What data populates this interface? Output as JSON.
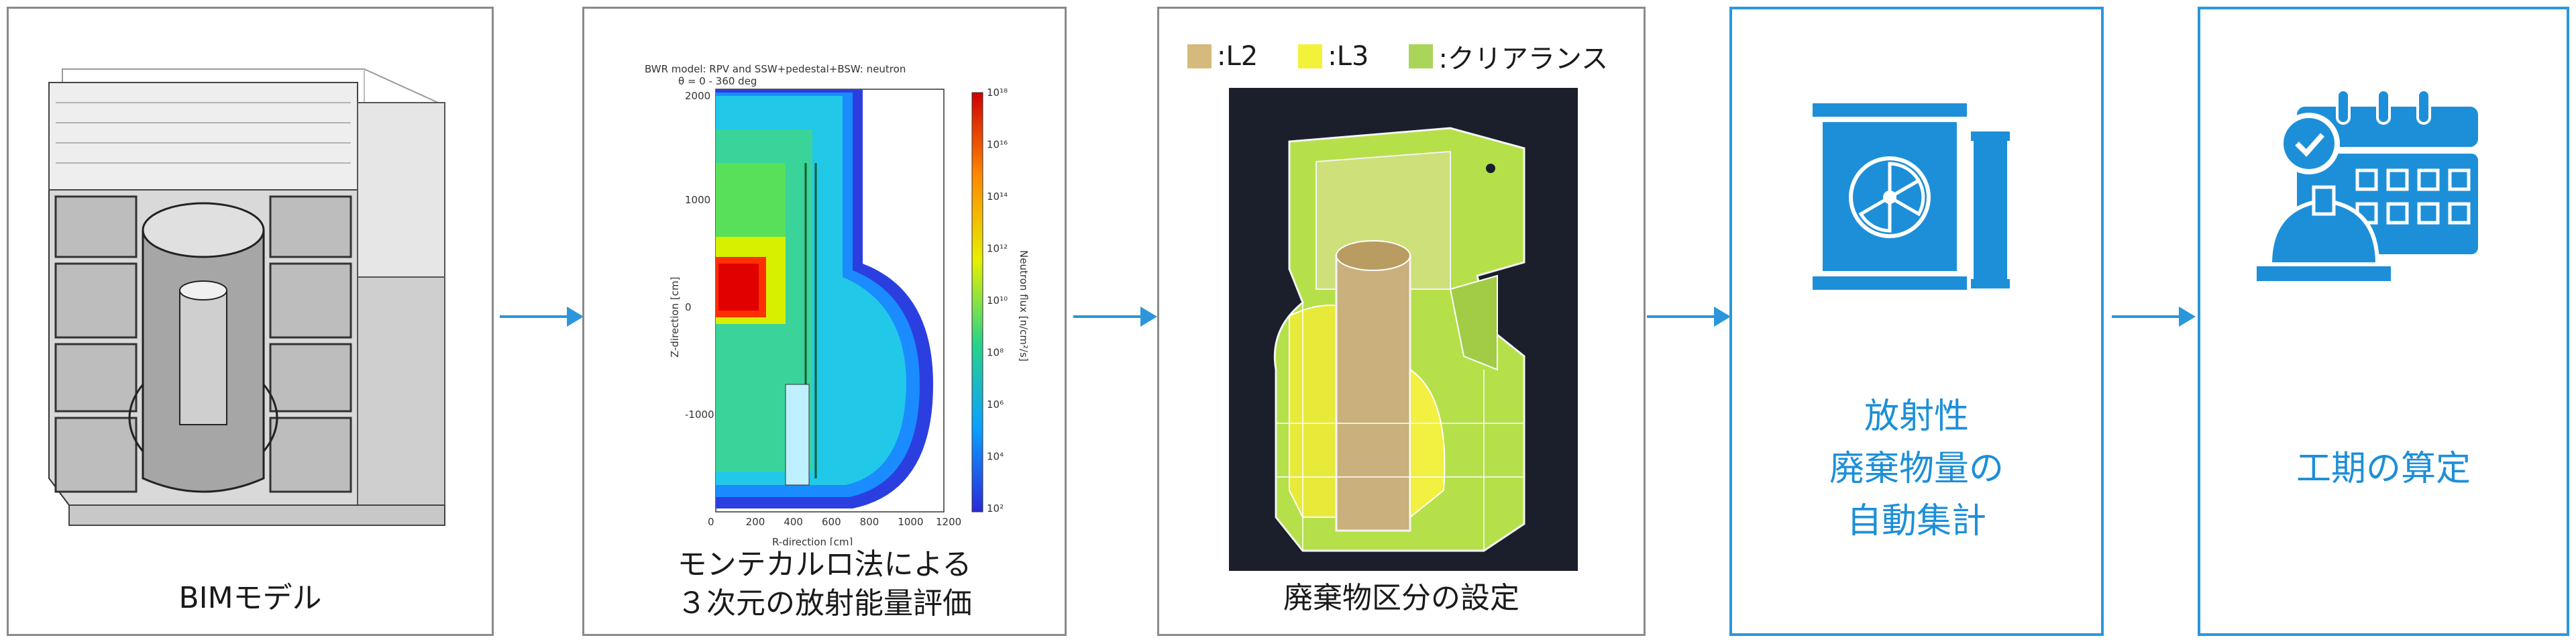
{
  "panels": {
    "bim": {
      "caption": "BIMモデル"
    },
    "montecarlo": {
      "caption_line1": "モンテカルロ法による",
      "caption_line2": "３次元の放射能量評価",
      "plot_title": "BWR model: RPV and SSW+pedestal+BSW: neutron",
      "plot_subtitle": "θ = 0 - 360 deg",
      "xlabel": "R-direction [cm]",
      "ylabel": "Z-direction [cm]",
      "colorbar_label": "Neutron flux [n/cm²/s]",
      "x_ticks": [
        "0",
        "200",
        "400",
        "600",
        "800",
        "1000",
        "1200"
      ],
      "y_ticks": [
        "2000",
        "1000",
        "0",
        "-1000"
      ],
      "cb_ticks": [
        "10¹⁸",
        "10¹⁶",
        "10¹⁴",
        "10¹²",
        "10¹⁰",
        "10⁸",
        "10⁶",
        "10⁴",
        "10²"
      ]
    },
    "classification": {
      "caption": "廃棄物区分の設定",
      "legend": [
        {
          "label": ":L2",
          "color": "#d6b97c"
        },
        {
          "label": ":L3",
          "color": "#f2f23a"
        },
        {
          "label": ":クリアランス",
          "color": "#a9d65a"
        }
      ]
    },
    "waste_volume": {
      "line1": "放射性",
      "line2": "廃棄物量の",
      "line3": "自動集計",
      "icon": "radioactive-waste-drum-icon"
    },
    "schedule": {
      "line1": "工期の算定",
      "icon": "calendar-hardhat-icon"
    }
  },
  "colors": {
    "accent": "#1d8fd8",
    "arrow": "#2b96dc",
    "border_gray": "#8a8a8a"
  }
}
